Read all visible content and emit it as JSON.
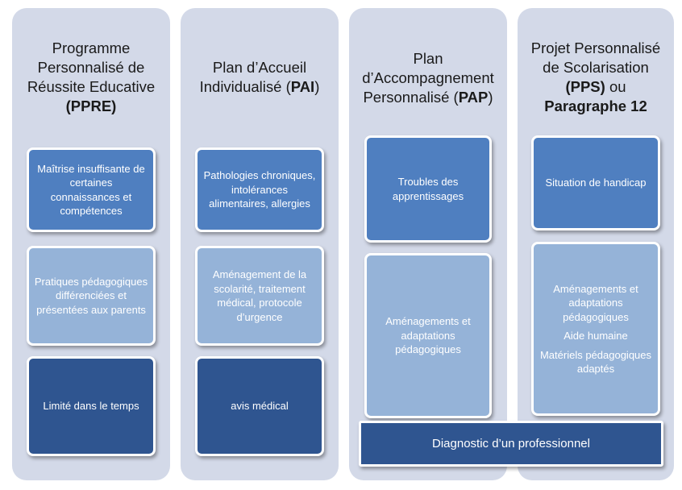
{
  "columns": [
    {
      "title_lines": [
        "Programme",
        "Personnalisé de",
        "Réussite Educative"
      ],
      "title_bold": "(PPRE)",
      "boxes": [
        "Maîtrise insuffisante de certaines connaissances et compétences",
        "Pratiques pédagogiques différenciées et présentées aux parents",
        "Limité dans le temps"
      ]
    },
    {
      "title_lines": [
        "Plan d’Accueil",
        "Individualisé ("
      ],
      "title_bold": "PAI",
      "title_suffix": ")",
      "boxes": [
        "Pathologies chroniques, intolérances alimentaires, allergies",
        "Aménagement de la scolarité, traitement médical, protocole d’urgence",
        "avis médical"
      ]
    },
    {
      "title_lines": [
        "Plan",
        "d’Accompagnement",
        "Personnalisé ("
      ],
      "title_bold": "PAP",
      "title_suffix": ")",
      "boxes": [
        "Troubles des apprentissages",
        "Aménagements et adaptations pédagogiques"
      ]
    },
    {
      "title_lines": [
        "Projet Personnalisé",
        "de Scolarisation"
      ],
      "title_bold": "(PPS)",
      "title_mid": " ou",
      "title_bold2": "Paragraphe 12",
      "boxes": [
        "Situation de handicap"
      ],
      "stack": [
        "Aménagements et adaptations pédagogiques",
        "Aide humaine",
        "Matériels pédagogiques adaptés"
      ]
    }
  ],
  "footer": "Diagnostic d’un professionnel",
  "colors": {
    "column_bg": "#d3d9e8",
    "box_mid": "#4f7fc0",
    "box_light": "#95b3d8",
    "box_dark": "#2f5590"
  }
}
